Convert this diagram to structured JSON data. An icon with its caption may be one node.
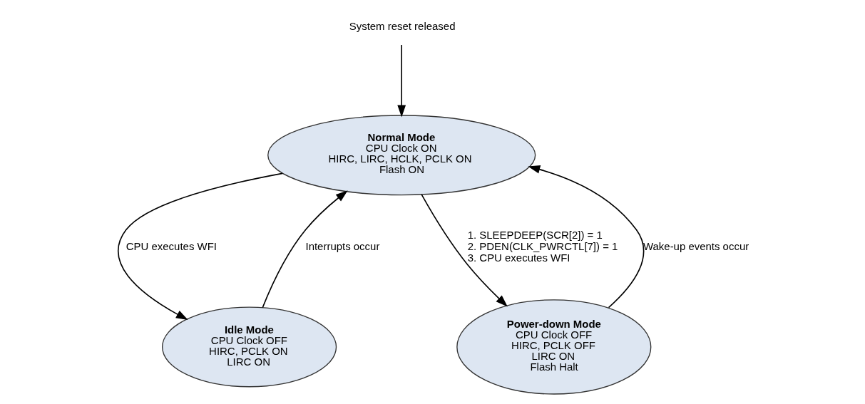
{
  "diagram": {
    "nodes": [
      {
        "text": [
          "System reset released"
        ]
      },
      {
        "text": [
          "Normal Mode",
          "CPU Clock ON",
          "HIRC, LIRC, HCLK, PCLK ON",
          "Flash ON"
        ]
      },
      {
        "text": [
          "Idle Mode",
          "CPU Clock OFF",
          "HIRC, PCLK ON",
          "LIRC ON"
        ]
      },
      {
        "text": [
          "Power-down Mode",
          "CPU Clock OFF",
          "HIRC, PCLK OFF",
          "LIRC ON",
          "Flash Halt"
        ]
      }
    ],
    "edges": [
      {
        "from": 0,
        "to": 1,
        "arrow": "to"
      },
      {
        "from": 1,
        "to": 2,
        "arrow": "to",
        "label": "CPU executes WFI"
      },
      {
        "from": 2,
        "to": 1,
        "arrow": "to",
        "label": "Interrupts occur"
      },
      {
        "from": 1,
        "to": 3,
        "arrow": "to",
        "label": "1. SLEEPDEEP(SCR[2]) = 1 2. PDEN(CLK_PWRCTL[7]) = 1 3. CPU executes WFI"
      },
      {
        "from": 3,
        "to": 1,
        "arrow": "to",
        "label": "Wake-up events occur"
      }
    ]
  }
}
